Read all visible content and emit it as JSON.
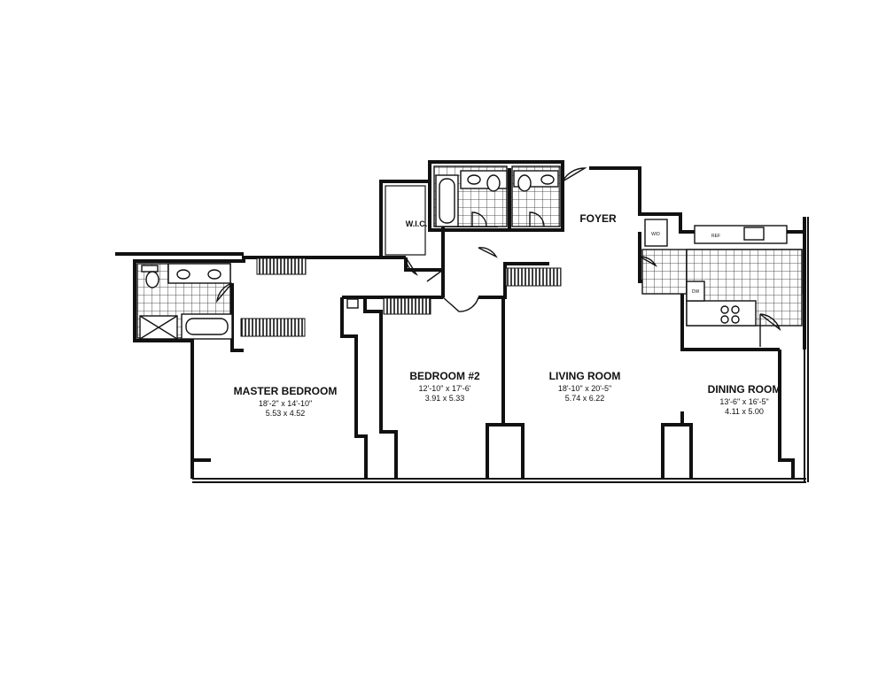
{
  "rooms": {
    "master_bedroom": {
      "name": "MASTER BEDROOM",
      "dims_ft": "18'-2\" x 14'-10\"",
      "dims_m": "5.53 x 4.52"
    },
    "bedroom_2": {
      "name": "BEDROOM #2",
      "dims_ft": "12'-10\" x 17'-6'",
      "dims_m": "3.91 x 5.33"
    },
    "living_room": {
      "name": "LIVING ROOM",
      "dims_ft": "18'-10\" x 20'-5\"",
      "dims_m": "5.74 x 6.22"
    },
    "dining_room": {
      "name": "DINING ROOM",
      "dims_ft": "13'-6\" x 16'-5\"",
      "dims_m": "4.11 x 5.00"
    },
    "foyer": {
      "name": "FOYER"
    },
    "wic": {
      "name": "W.I.C."
    }
  },
  "appliance_labels": {
    "washer_dryer": "W/D",
    "dishwasher": "DW",
    "refrigerator": "REF"
  }
}
